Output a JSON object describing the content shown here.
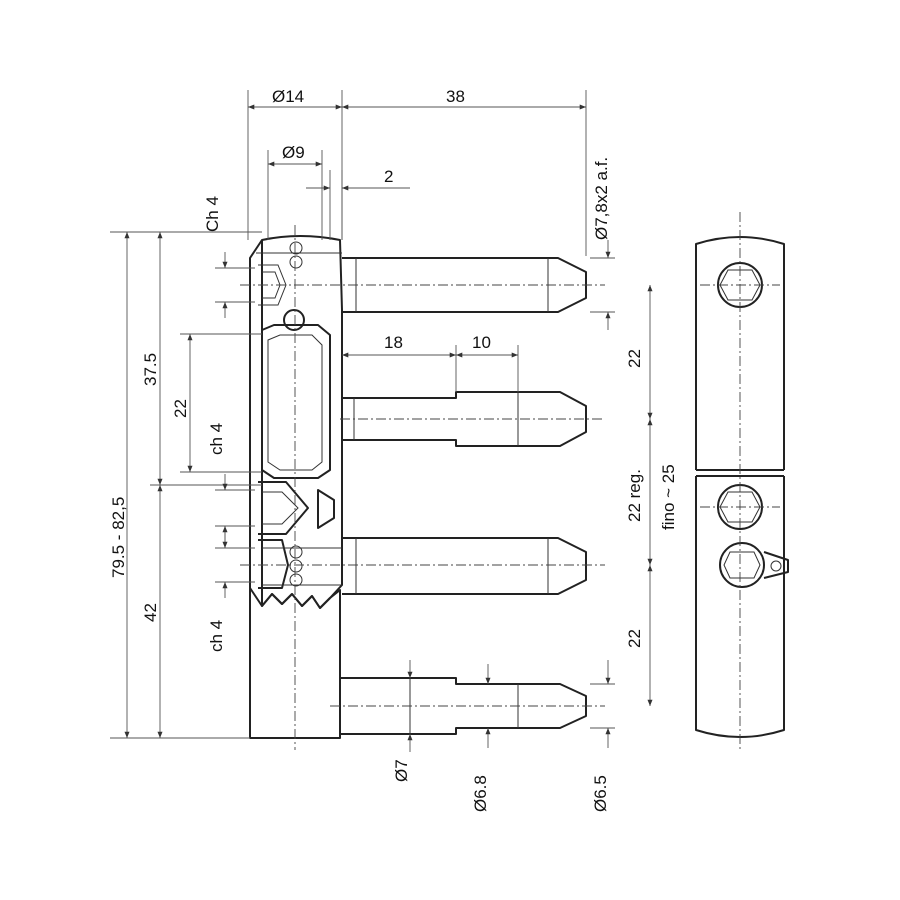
{
  "dimensions": {
    "d14": "Ø14",
    "len38": "38",
    "d9": "Ø9",
    "gap2": "2",
    "ch4_top": "Ch 4",
    "d78": "Ø7,8x2 a.f.",
    "h795": "79.5 - 82,5",
    "h375": "37.5",
    "v22_left": "22",
    "ch4_mid": "ch 4",
    "len18": "18",
    "len10": "10",
    "v22_right_top": "22",
    "v22_reg": "22 reg.",
    "fino25": "fino ~ 25",
    "h42": "42",
    "ch4_bottom": "ch 4",
    "v22_right_bottom": "22",
    "d7": "Ø7",
    "d68": "Ø6.8",
    "d65": "Ø6.5"
  }
}
